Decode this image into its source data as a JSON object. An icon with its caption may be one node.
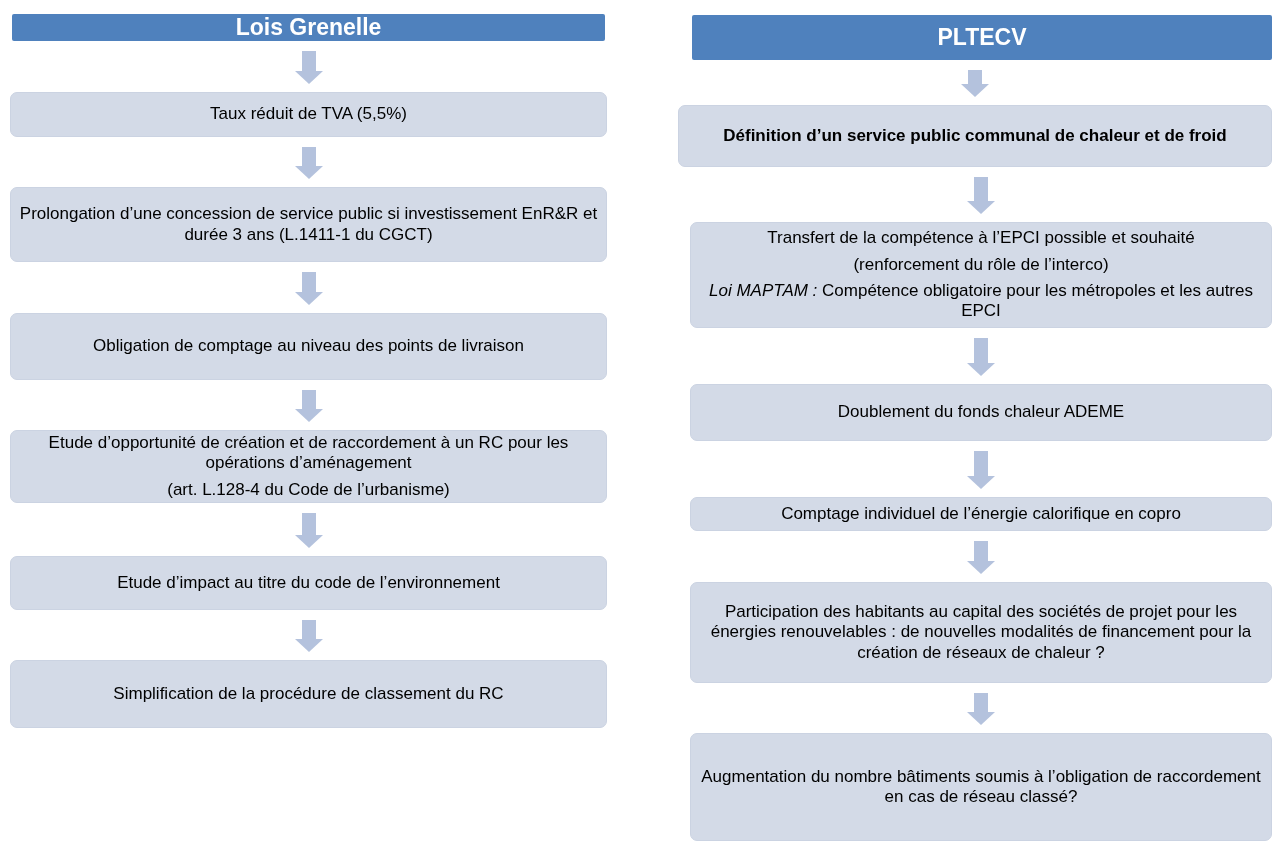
{
  "diagram": {
    "nodes": [
      {
        "text": [
          "Lois Grenelle"
        ]
      },
      {
        "text": [
          "Taux réduit de TVA (5,5%)"
        ]
      },
      {
        "text": [
          "Prolongation d’une concession de service public si investissement EnR&R et durée 3 ans (L.1411-1 du CGCT)"
        ]
      },
      {
        "text": [
          "Obligation de comptage au niveau des points de livraison"
        ]
      },
      {
        "text": [
          "Etude d’opportunité de création et de raccordement à un RC pour les opérations d’aménagement",
          "(art. L.128-4 du Code de l’urbanisme)"
        ]
      },
      {
        "text": [
          "Etude d’impact au titre du code de l’environnement"
        ]
      },
      {
        "text": [
          "Simplification de la procédure de classement du RC"
        ]
      },
      {
        "text": [
          "PLTECV"
        ]
      },
      {
        "text": [
          "Définition d’un service public communal de chaleur et de froid"
        ]
      },
      {
        "text": [
          "Transfert de la compétence à l’EPCI possible et souhaité",
          "(renforcement du rôle de l’interco)",
          "*Loi MAPTAM :*  Compétence obligatoire pour les métropoles et les autres EPCI"
        ]
      },
      {
        "text": [
          "Doublement du fonds chaleur ADEME"
        ]
      },
      {
        "text": [
          "Comptage individuel de l’énergie calorifique en copro"
        ]
      },
      {
        "text": [
          "Participation des habitants au capital des sociétés de projet pour les énergies renouvelables : de nouvelles modalités de financement pour la création de réseaux de chaleur ?"
        ]
      },
      {
        "text": [
          "Augmentation du nombre bâtiments soumis à l’obligation de raccordement en cas de réseau classé?"
        ]
      }
    ],
    "edges": [
      {
        "from": 0,
        "to": 1,
        "arrow": "to"
      },
      {
        "from": 1,
        "to": 2,
        "arrow": "to"
      },
      {
        "from": 2,
        "to": 3,
        "arrow": "to"
      },
      {
        "from": 3,
        "to": 4,
        "arrow": "to"
      },
      {
        "from": 4,
        "to": 5,
        "arrow": "to"
      },
      {
        "from": 5,
        "to": 6,
        "arrow": "to"
      },
      {
        "from": 7,
        "to": 8,
        "arrow": "to"
      },
      {
        "from": 8,
        "to": 9,
        "arrow": "to"
      },
      {
        "from": 9,
        "to": 10,
        "arrow": "to"
      },
      {
        "from": 10,
        "to": 11,
        "arrow": "to"
      },
      {
        "from": 11,
        "to": 12,
        "arrow": "to"
      },
      {
        "from": 12,
        "to": 13,
        "arrow": "to"
      }
    ]
  }
}
